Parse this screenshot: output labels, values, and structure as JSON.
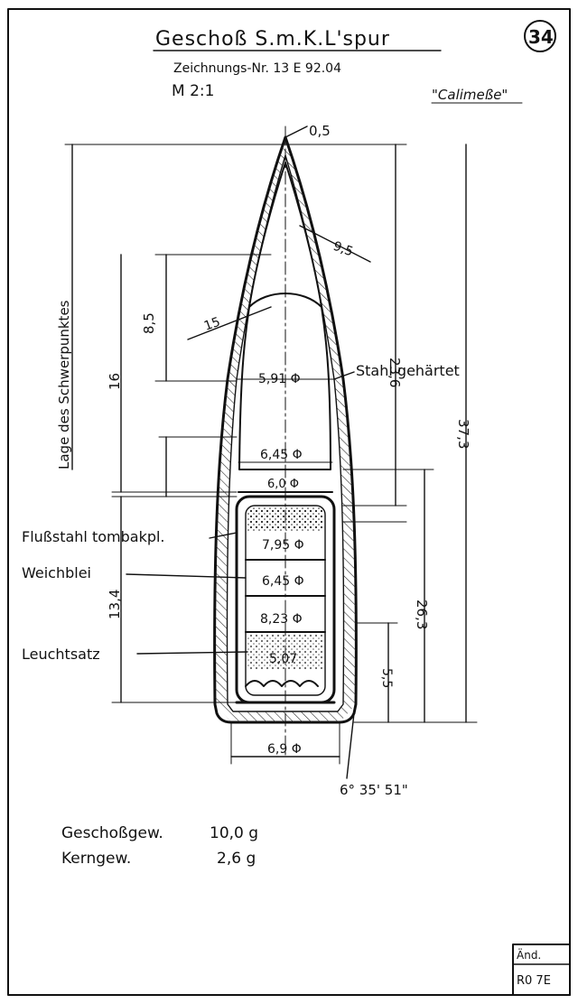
{
  "drawing": {
    "title": "Geschoß S.m.K.L'spur",
    "drawing_number": "Zeichnungs-Nr. 13 E 92.04",
    "scale": "M 2:1",
    "measure_note": "\"Calimeße\"",
    "sheet_number": "34"
  },
  "dimensions": {
    "tip": "0,5",
    "radius_ogive_outer": "9,5",
    "radius_ogive_inner": "15",
    "length_8_5": "8,5",
    "length_16": "16",
    "length_23_6": "23,6",
    "length_37_3": "37,3",
    "length_26_3": "26,3",
    "length_13_4": "13,4",
    "length_5_5": "5,5",
    "dia_5_91": "5,91 Φ",
    "dia_6_45": "6,45 Φ",
    "dia_6_0": "6,0 Φ",
    "dia_7_95": "7,95 Φ",
    "dia_6_45b": "6,45 Φ",
    "dia_8_23": "8,23 Φ",
    "dia_5_07": "5,07",
    "base_dia": "6,9 Φ",
    "base_angle": "6° 35' 51\"",
    "vertical_label": "Lage des Schwerpunktes"
  },
  "labels": {
    "stahl": "Stahl gehärtet",
    "flussstahl": "Flußstahl tombakpl.",
    "weichblei": "Weichblei",
    "leuchtsatz": "Leuchtsatz"
  },
  "weights": {
    "geschoss_label": "Geschoßgew.",
    "geschoss_value": "10,0 g",
    "kern_label": "Kerngew.",
    "kern_value": "2,6 g"
  },
  "revision": {
    "label": "Änd.",
    "value": "R0 7E"
  }
}
